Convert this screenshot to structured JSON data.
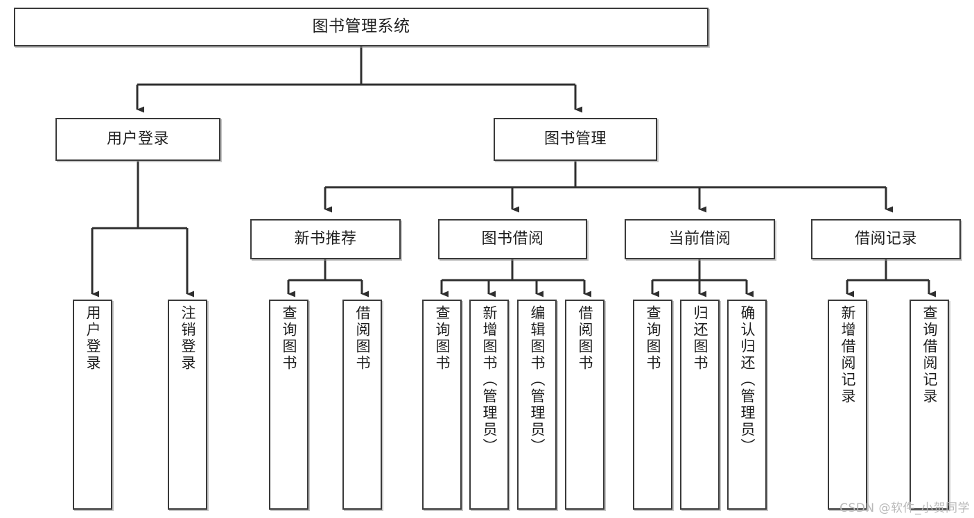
{
  "diagram": {
    "title": "图书管理系统",
    "type": "tree",
    "colors": {
      "node_border": "#3a3a3a",
      "node_fill": "#ffffff",
      "edge": "#2f2f2f",
      "text": "#1f1f1f",
      "watermark": "#b9b9b9",
      "background": "#ffffff"
    },
    "root": {
      "label": "图书管理系统"
    },
    "level2": [
      {
        "label": "用户登录"
      },
      {
        "label": "图书管理"
      }
    ],
    "level3": [
      {
        "label": "新书推荐"
      },
      {
        "label": "图书借阅"
      },
      {
        "label": "当前借阅"
      },
      {
        "label": "借阅记录"
      }
    ],
    "leaves": {
      "user_login": [
        {
          "label": "用户登录"
        },
        {
          "label": "注销登录"
        }
      ],
      "new_book_recommend": [
        {
          "label": "查询图书"
        },
        {
          "label": "借阅图书"
        }
      ],
      "book_borrow": [
        {
          "label": "查询图书"
        },
        {
          "label": "新增图书（管理员）"
        },
        {
          "label": "编辑图书（管理员）"
        },
        {
          "label": "借阅图书"
        }
      ],
      "current_borrow": [
        {
          "label": "查询图书"
        },
        {
          "label": "归还图书"
        },
        {
          "label": "确认归还（管理员）"
        }
      ],
      "borrow_record": [
        {
          "label": "新增借阅记录"
        },
        {
          "label": "查询借阅记录"
        }
      ]
    }
  },
  "watermark": {
    "text": "CSDN @软件_小贺同学"
  }
}
